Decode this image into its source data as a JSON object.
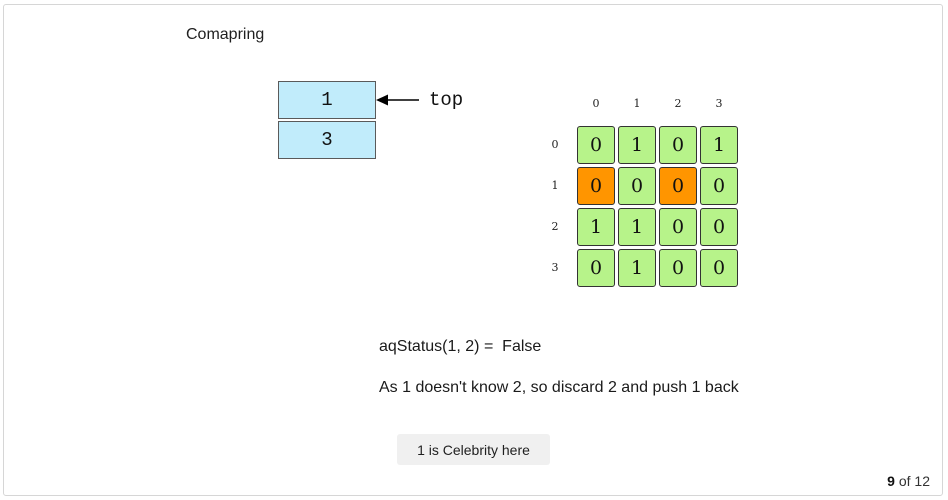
{
  "heading": "Comapring",
  "stack": {
    "items": [
      "1",
      "3"
    ],
    "top_label": "top"
  },
  "matrix": {
    "col_labels": [
      "0",
      "1",
      "2",
      "3"
    ],
    "row_labels": [
      "0",
      "1",
      "2",
      "3"
    ],
    "rows": [
      [
        "0",
        "1",
        "0",
        "1"
      ],
      [
        "0",
        "0",
        "0",
        "0"
      ],
      [
        "1",
        "1",
        "0",
        "0"
      ],
      [
        "0",
        "1",
        "0",
        "0"
      ]
    ],
    "highlighted": [
      [
        1,
        0
      ],
      [
        1,
        2
      ]
    ],
    "cell_color": "#b7f38a",
    "highlight_color": "#ff9500"
  },
  "status_text": "aqStatus(1, 2) =  False",
  "explanation": "As 1 doesn't know 2, so discard 2 and push 1 back",
  "result_badge": "1 is Celebrity here",
  "pager": {
    "current": "9",
    "separator": "of",
    "total": "12"
  }
}
